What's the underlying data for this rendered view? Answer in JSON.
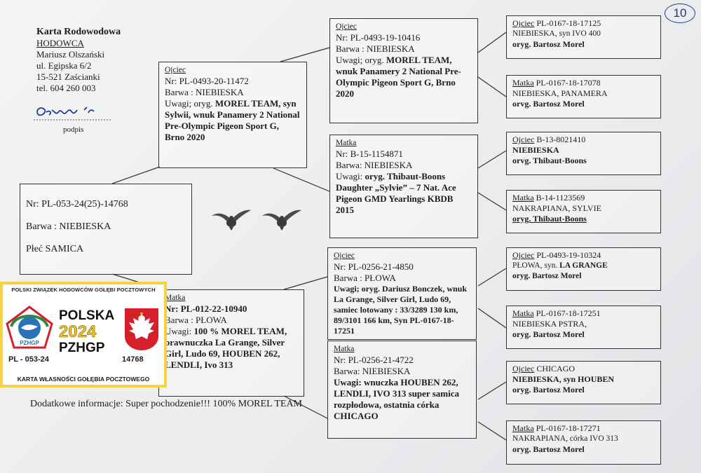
{
  "page_number": "10",
  "header": {
    "title": "Karta Rodowodowa",
    "breeder_label": "HODOWCA",
    "breeder_name": "Mariusz Olszański",
    "street": "ul. Egipska 6/2",
    "city": "15-521 Zaścianki",
    "phone": "tel. 604 260 003",
    "signature_label": "podpis"
  },
  "subject": {
    "ring": "Nr: PL-053-24(25)-14768",
    "color": "Barwa : NIEBIESKA",
    "sex": "Płeć  SAMICA"
  },
  "father": {
    "label": "Ojciec",
    "ring": "Nr: PL-0493-20-11472",
    "color": "Barwa : NIEBIESKA",
    "notes_prefix": "Uwagi; oryg.",
    "notes": "MOREL TEAM, syn Sylwii, wnuk Panamery 2 National Pre-Olympic Pigeon Sport G, Brno 2020"
  },
  "mother": {
    "label": "Matka",
    "ring": "Nr: PL-012-22-10940",
    "color": "Barwa : PŁOWA",
    "notes_prefix": "Uwagi:",
    "notes": "100 % MOREL TEAM, prawnuczka La Grange, Silver Girl, Ludo 69, HOUBEN 262, LENDLI, Ivo 313"
  },
  "ff": {
    "label": "Ojciec",
    "ring": "Nr: PL-0493-19-10416",
    "color": "Barwa : NIEBIESKA",
    "notes_prefix": "Uwagi; oryg.",
    "notes": "MOREL TEAM, wnuk Panamery 2 National Pre-Olympic Pigeon Sport G, Brno 2020"
  },
  "fm": {
    "label": "Matka",
    "ring": "Nr: B-15-1154871",
    "color": "Barwa: NIEBIESKA",
    "notes_prefix": "Uwagi:",
    "notes": "oryg. Thibaut-Boons Daughter „Sylvie” – 7 Nat. Ace Pigeon GMD Yearlings KBDB 2015"
  },
  "mf": {
    "label": "Ojciec",
    "ring": "Nr: PL-0256-21-4850",
    "color": "Barwa : PŁOWA",
    "notes": "Uwagi; oryg. Dariusz Bonczek, wnuk La Grange, Silver Girl, Ludo 69, samiec lotowany : 33/3289 130 km, 89/3101 166 km, Syn PL-0167-18-17251"
  },
  "mm": {
    "label": "Matka",
    "ring": "Nr: PL-0256-21-4722",
    "color": "Barwa: NIEBIESKA",
    "notes": "Uwagi: wnuczka HOUBEN 262, LENDLI, IVO 313 super samica rozpłodowa, ostatnia córka CHICAGO"
  },
  "gg": [
    {
      "label": "Ojciec",
      "ring": "PL-0167-18-17125",
      "line2": "NIEBIESKA, syn IVO 400",
      "line3": "oryg. Bartosz Morel"
    },
    {
      "label": "Matka",
      "ring": "PL-0167-18-17078",
      "line2": "NIEBIESKA, PANAMERA",
      "line3": "orvg. Bartosz Morel"
    },
    {
      "label": "Ojciec",
      "ring": " B-13-8021410",
      "line2": "NIEBIESKA",
      "line3": "orvg. Thibaut-Boons"
    },
    {
      "label": "Matka",
      "ring": " B-14-1123569",
      "line2": "NAKRAPIANA,  SYLVIE",
      "line3": "oryg. Thibaut-Boons"
    },
    {
      "label": "Ojciec",
      "ring": " PL-0493-19-10324",
      "line2": "PŁOWA,  syn.",
      "line2b": "LA GRANGE",
      "line3": "oryg. Bartosz Morel"
    },
    {
      "label": "Matka",
      "ring": " PL-0167-18-17251",
      "line2": "NIEBIESKA PSTRA,",
      "line3": "oryg. Bartosz Morel"
    },
    {
      "label": "Ojciec",
      "ring": " CHICAGO",
      "line2": "NIEBIESKA, syn HOUBEN",
      "line3": "oryg. Bartosz Morel"
    },
    {
      "label": "Matka",
      "ring": " PL-0167-18-17271",
      "line2": "NAKRAPIANA, córka IVO 313",
      "line3": " oryg. Bartosz Morel"
    }
  ],
  "additional": {
    "label": "Dodatkowe informacje:",
    "text": "Super pochodzenie!!! 100% MOREL TEAM"
  },
  "card": {
    "header": "POLSKI ZWIĄZEK HODOWCÓW GOŁĘBI POCZTOWYCH",
    "country": "POLSKA",
    "year": "2024",
    "org": "PZHGP",
    "ring": "PL - 053-24",
    "number": "14768",
    "footer": "KARTA  WŁASNOŚCI GOŁĘBIA POCZTOWEGO",
    "logo_text": "PZHGP",
    "logo_color": "#2a72b8",
    "accent": "#f6d33c",
    "flag_red": "#d51f2a"
  }
}
